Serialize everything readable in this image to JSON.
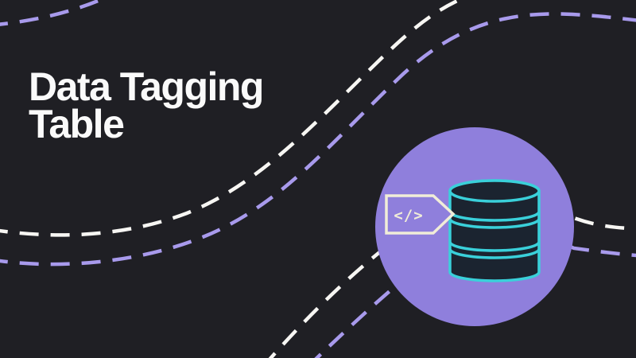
{
  "card": {
    "kind": "title-card-banner",
    "title": {
      "line1": "Data Tagging",
      "line2": "Table"
    },
    "hero": {
      "tag_label": "</>"
    }
  },
  "colors": {
    "background": "#1f1f24",
    "title_text": "#fafafa",
    "hero_circle": "#8f7fdc",
    "dash_purple": "#a89aec",
    "dash_white": "#f7f6f3",
    "database_outline": "#3ad0da",
    "database_fill": "#1b2430",
    "tag_outline": "#f1edd8",
    "tag_label": "#f1edd8"
  }
}
